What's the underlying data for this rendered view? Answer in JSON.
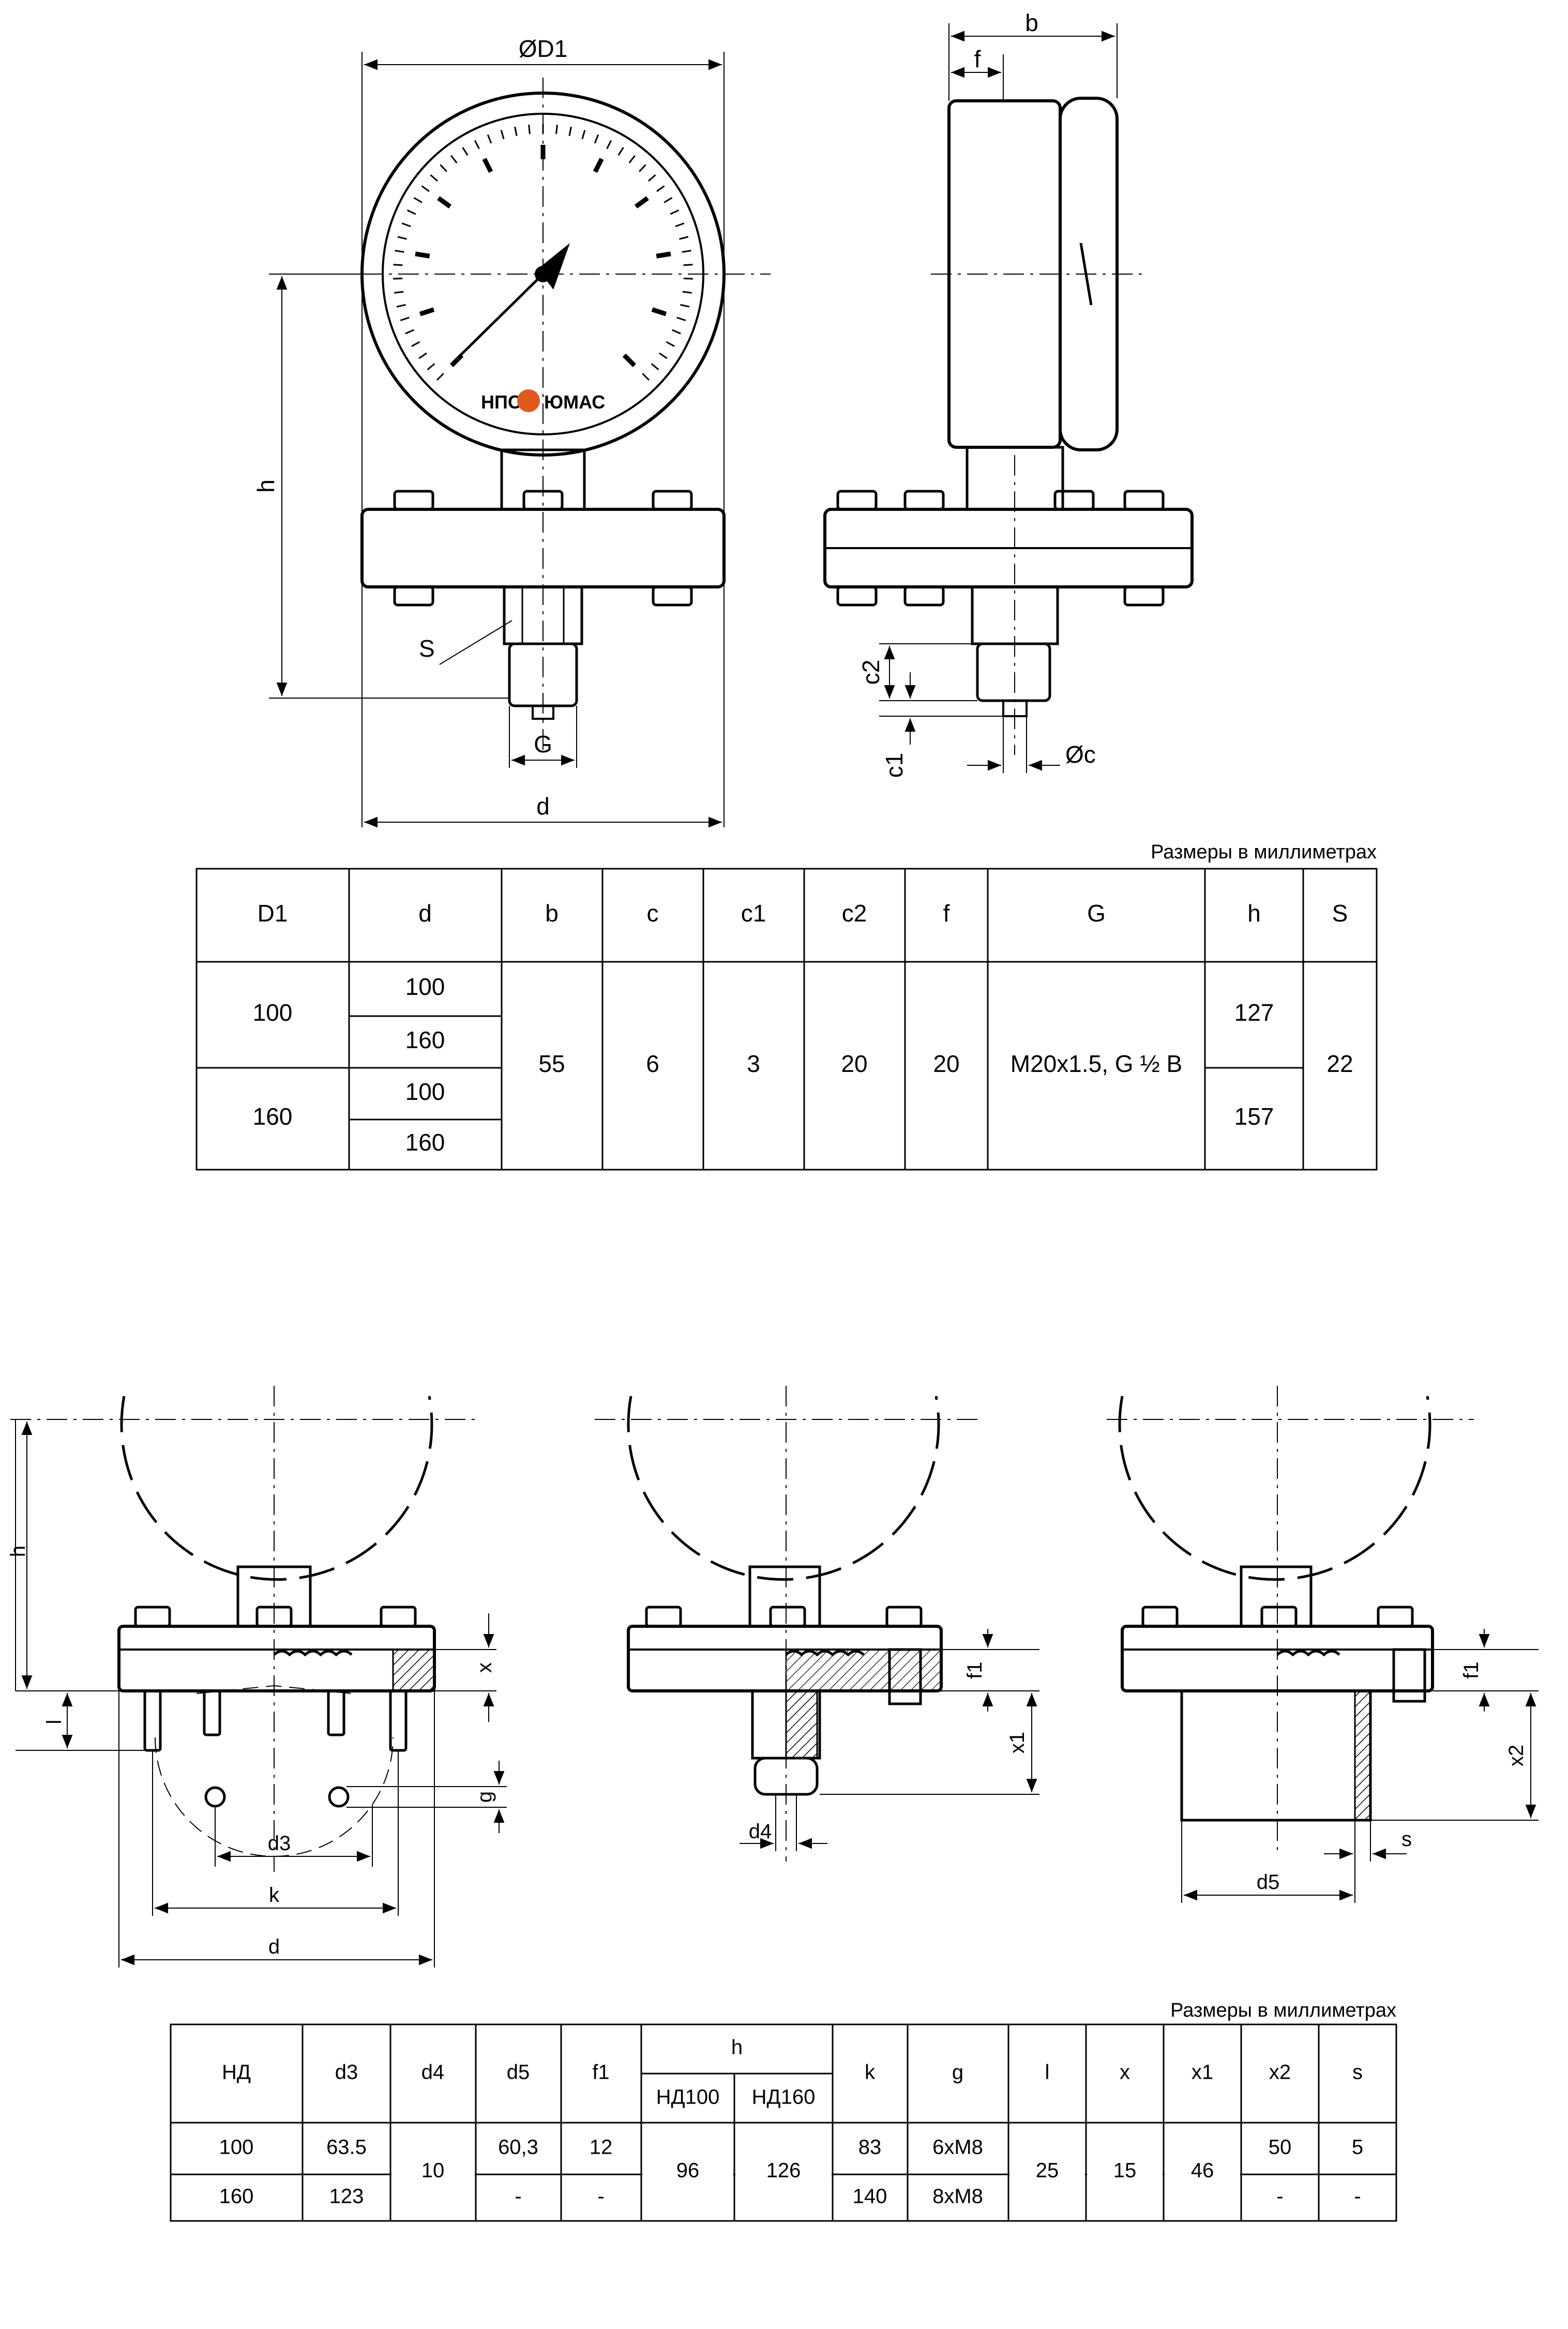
{
  "drawing1": {
    "labels": {
      "D1": "ØD1",
      "b": "b",
      "f": "f",
      "h": "h",
      "S": "S",
      "G": "G",
      "d": "d",
      "c2": "c2",
      "c1": "c1",
      "c": "Øc"
    },
    "logo": {
      "prefix": "НПО",
      "name": "ЮМАС"
    }
  },
  "table1": {
    "note": "Размеры в миллиметрах",
    "headers": [
      "D1",
      "d",
      "b",
      "c",
      "c1",
      "c2",
      "f",
      "G",
      "h",
      "S"
    ],
    "D1": [
      "100",
      "160"
    ],
    "d": [
      "100",
      "160",
      "100",
      "160"
    ],
    "b": "55",
    "c": "6",
    "c1": "3",
    "c2": "20",
    "f": "20",
    "G": "M20x1.5, G ½ B",
    "h": [
      "127",
      "157"
    ],
    "S": "22"
  },
  "drawing2": {
    "labels": {
      "h": "h",
      "l": "l",
      "x": "x",
      "g": "g",
      "d3": "d3",
      "k": "k",
      "d": "d",
      "f1a": "f1",
      "x1": "x1",
      "d4": "d4",
      "f1b": "f1",
      "x2": "x2",
      "s": "s",
      "d5": "d5"
    }
  },
  "table2": {
    "note": "Размеры в миллиметрах",
    "headers": {
      "nd": "НД",
      "d3": "d3",
      "d4": "d4",
      "d5": "d5",
      "f1": "f1",
      "h": "h",
      "h100": "НД100",
      "h160": "НД160",
      "k": "k",
      "g": "g",
      "l": "l",
      "x": "x",
      "x1": "x1",
      "x2": "x2",
      "s": "s"
    },
    "rows": [
      {
        "nd": "100",
        "d3": "63.5",
        "d5": "60,3",
        "f1": "12",
        "k": "83",
        "g": "6xM8",
        "x2": "50",
        "s": "5"
      },
      {
        "nd": "160",
        "d3": "123",
        "d5": "-",
        "f1": "-",
        "k": "140",
        "g": "8xM8",
        "x2": "-",
        "s": "-"
      }
    ],
    "shared": {
      "d4": "10",
      "h100": "96",
      "h160": "126",
      "l": "25",
      "x": "15",
      "x1": "46"
    }
  }
}
